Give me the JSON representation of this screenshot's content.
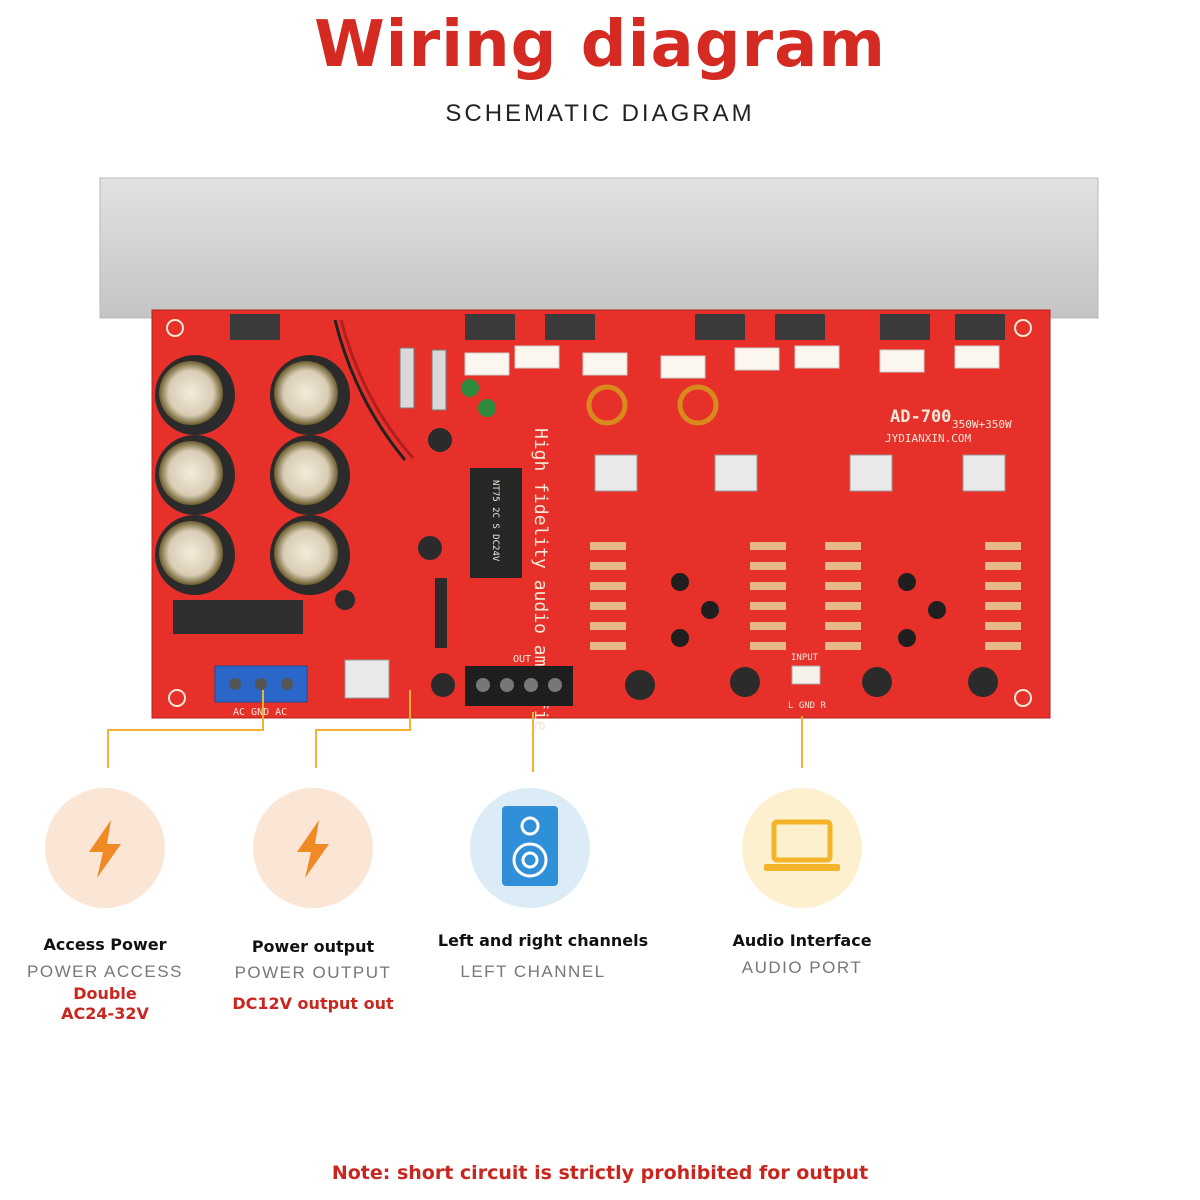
{
  "header": {
    "title": "Wiring diagram",
    "subtitle": "SCHEMATIC DIAGRAM"
  },
  "board": {
    "model": "AD-700",
    "power_rating": "350W+350W",
    "website": "JYDIANXIN.COM",
    "vertical_text": "High fidelity audio amplifier",
    "out_label": "OUT",
    "input_label": "INPUT",
    "terminal_label": "AC GND AC",
    "input_pins": "L GND R",
    "relay_text": "NT75 2C S DC24V",
    "colors": {
      "pcb": "#e8302a",
      "heatsink": "#d6d6d6",
      "silk": "#f3e9d8"
    }
  },
  "callouts": [
    {
      "icon": "lightning-icon",
      "title": "Access Power",
      "sub": "POWER ACCESS",
      "note_line1": "Double",
      "note_line2": "AC24-32V",
      "bg": "#fbe6d6",
      "fg": "#f08a24"
    },
    {
      "icon": "lightning-icon",
      "title": "Power output",
      "sub": "POWER OUTPUT",
      "note_line1": "DC12V output out",
      "bg": "#fbe6d6",
      "fg": "#f08a24"
    },
    {
      "icon": "speaker-icon",
      "title": "Left and right channels",
      "sub": "LEFT CHANNEL",
      "bg": "#dcecf7",
      "fg": "#2f8fd8"
    },
    {
      "icon": "laptop-icon",
      "title": "Audio Interface",
      "sub": "AUDIO PORT",
      "bg": "#fdf0cf",
      "fg": "#f3b42a"
    }
  ],
  "footer": {
    "note": "Note: short circuit is strictly prohibited for output"
  },
  "colors": {
    "accent_red": "#d42a22",
    "leader_line": "#f2b233"
  }
}
